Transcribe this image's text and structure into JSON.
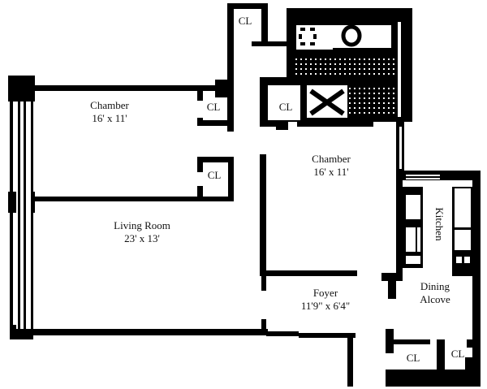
{
  "rooms": {
    "chamber_west": {
      "name": "Chamber",
      "size": "16' x 11'"
    },
    "chamber_east": {
      "name": "Chamber",
      "size": "16' x 11'"
    },
    "living_room": {
      "name": "Living Room",
      "size": "23' x 13'"
    },
    "foyer": {
      "name": "Foyer",
      "size": "11'9\" x 6'4\""
    },
    "kitchen": {
      "name": "Kitchen"
    },
    "dining_alcove": {
      "line1": "Dining",
      "line2": "Alcove"
    }
  },
  "closets": [
    "CL",
    "CL",
    "CL",
    "CL",
    "CL",
    "CL"
  ],
  "colors": {
    "wall": "#000000",
    "background": "#ffffff"
  }
}
